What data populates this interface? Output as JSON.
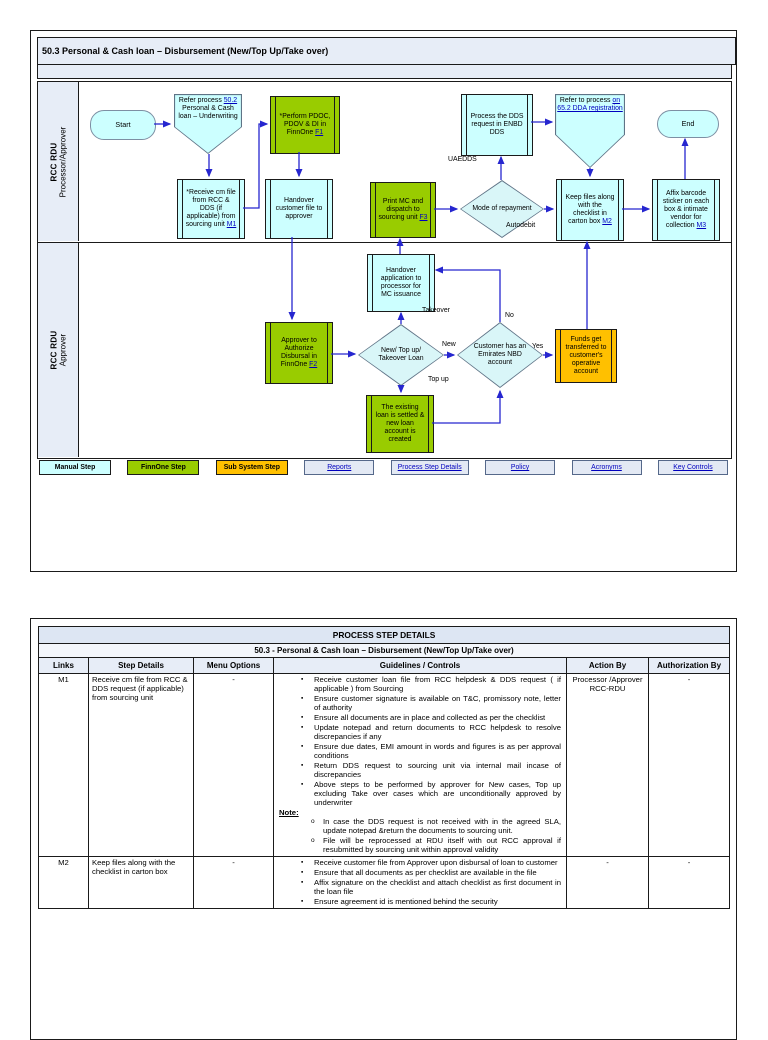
{
  "colors": {
    "manual": "#ccffff",
    "finnone": "#99cc00",
    "subsystem": "#ffc000",
    "arrow": "#2626cf",
    "link": "#0000bf",
    "header_fill": "#e7edf7"
  },
  "page1": {
    "title": "50.3 Personal & Cash loan – Disbursement (New/Top Up/Take over)",
    "lanes": [
      {
        "group": "RCC RDU",
        "role": "Processor/Approver"
      },
      {
        "group": "RCC RDU",
        "role": "Approver"
      }
    ],
    "nodes": {
      "start": {
        "label": "Start"
      },
      "refer_502": {
        "pre": "Refer process",
        "link": "50.2",
        "post": "Personal & Cash loan – Underwriting"
      },
      "perform_f1": {
        "text": "*Perform PDOC, PDOV & DI in FinnOne",
        "link": "F1"
      },
      "receive_m1": {
        "text": "*Receive cm file from RCC & DDS (if applicable) from sourcing unit",
        "link": "M1"
      },
      "handover_file": {
        "text": "Handover customer file to approver"
      },
      "print_f3": {
        "text": "Print MC and dispatch to sourcing unit",
        "link": "F3"
      },
      "mode_repayment": {
        "text": "Mode of repayment"
      },
      "process_dds": {
        "text": "Process the DDS request in ENBD DDS"
      },
      "refer_652": {
        "pre": "Refer to process",
        "link": "on 65.2 DDA registration"
      },
      "keep_m2": {
        "text": "Keep files along with the checklist in carton box",
        "link": "M2"
      },
      "affix_m3": {
        "text": "Affix barcode sticker on each box & intimate vendor for collection",
        "link": "M3"
      },
      "end": {
        "label": "End"
      },
      "handover_mc": {
        "text": "Handover application to processor for MC issuance"
      },
      "authorize_f2": {
        "text": "Approver to Authorize Disbursal in FinnOne",
        "link": "F2"
      },
      "loan_type": {
        "text": "New/ Top up/ Takeover Loan"
      },
      "customer_nbd": {
        "text": "Customer has an Emirates NBD account"
      },
      "funds": {
        "text": "Funds get transferred to customer's operative account"
      },
      "existing_loan": {
        "text": "The existing loan is settled & new loan account is created"
      }
    },
    "edge_labels": {
      "uaedds": "UAEDDS",
      "autodebit": "Autodebit",
      "takeover": "Takeover",
      "new": "New",
      "top_up": "Top up",
      "no": "No",
      "yes": "Yes"
    },
    "legend": {
      "manual": "Manual Step",
      "finnone": "FinnOne Step",
      "subsystem": "Sub System Step",
      "links": [
        "Reports",
        "Process Step Details",
        "Policy",
        "Acronyms",
        "Key Controls"
      ]
    }
  },
  "page2": {
    "table_title": "PROCESS STEP DETAILS",
    "table_subtitle": "50.3 - Personal & Cash loan – Disbursement (New/Top Up/Take over)",
    "columns": [
      "Links",
      "Step Details",
      "Menu Options",
      "Guidelines / Controls",
      "Action By",
      "Authorization By"
    ],
    "rows": [
      {
        "link": "M1",
        "step_details": "Receive cm file from RCC & DDS request (if applicable) from sourcing unit",
        "menu_options": "-",
        "bullets": [
          "Receive customer loan file from RCC helpdesk  & DDS request ( if applicable ) from Sourcing",
          "Ensure customer signature is available on T&C, promissory note, letter of authority",
          "Ensure all documents are in place and collected as per the checklist",
          "Update notepad and return documents to RCC helpdesk to resolve discrepancies if any",
          "Ensure due dates, EMI  amount in words and figures is as per approval conditions",
          "Return DDS request to sourcing unit via internal mail incase of discrepancies",
          "Above steps to be performed by approver for New cases, Top up excluding Take over cases which are unconditionally approved by underwriter"
        ],
        "note_label": "Note:",
        "note_items": [
          "In case the DDS request is not received with in the agreed SLA, update notepad &return the documents to sourcing unit.",
          "File will be reprocessed at RDU itself with out RCC approval if resubmitted by sourcing unit within approval validity"
        ],
        "action_by": "Processor /Approver RCC-RDU",
        "authorization_by": "-"
      },
      {
        "link": "M2",
        "step_details": "Keep files along with the checklist in carton box",
        "menu_options": "-",
        "bullets": [
          "Receive customer file from Approver upon disbursal of loan to customer",
          "Ensure that all documents as per checklist are available in the file",
          "Affix signature on the checklist and attach checklist as first document in the loan file",
          "Ensure agreement id is mentioned behind the security"
        ],
        "action_by": "-",
        "authorization_by": "-"
      }
    ]
  }
}
